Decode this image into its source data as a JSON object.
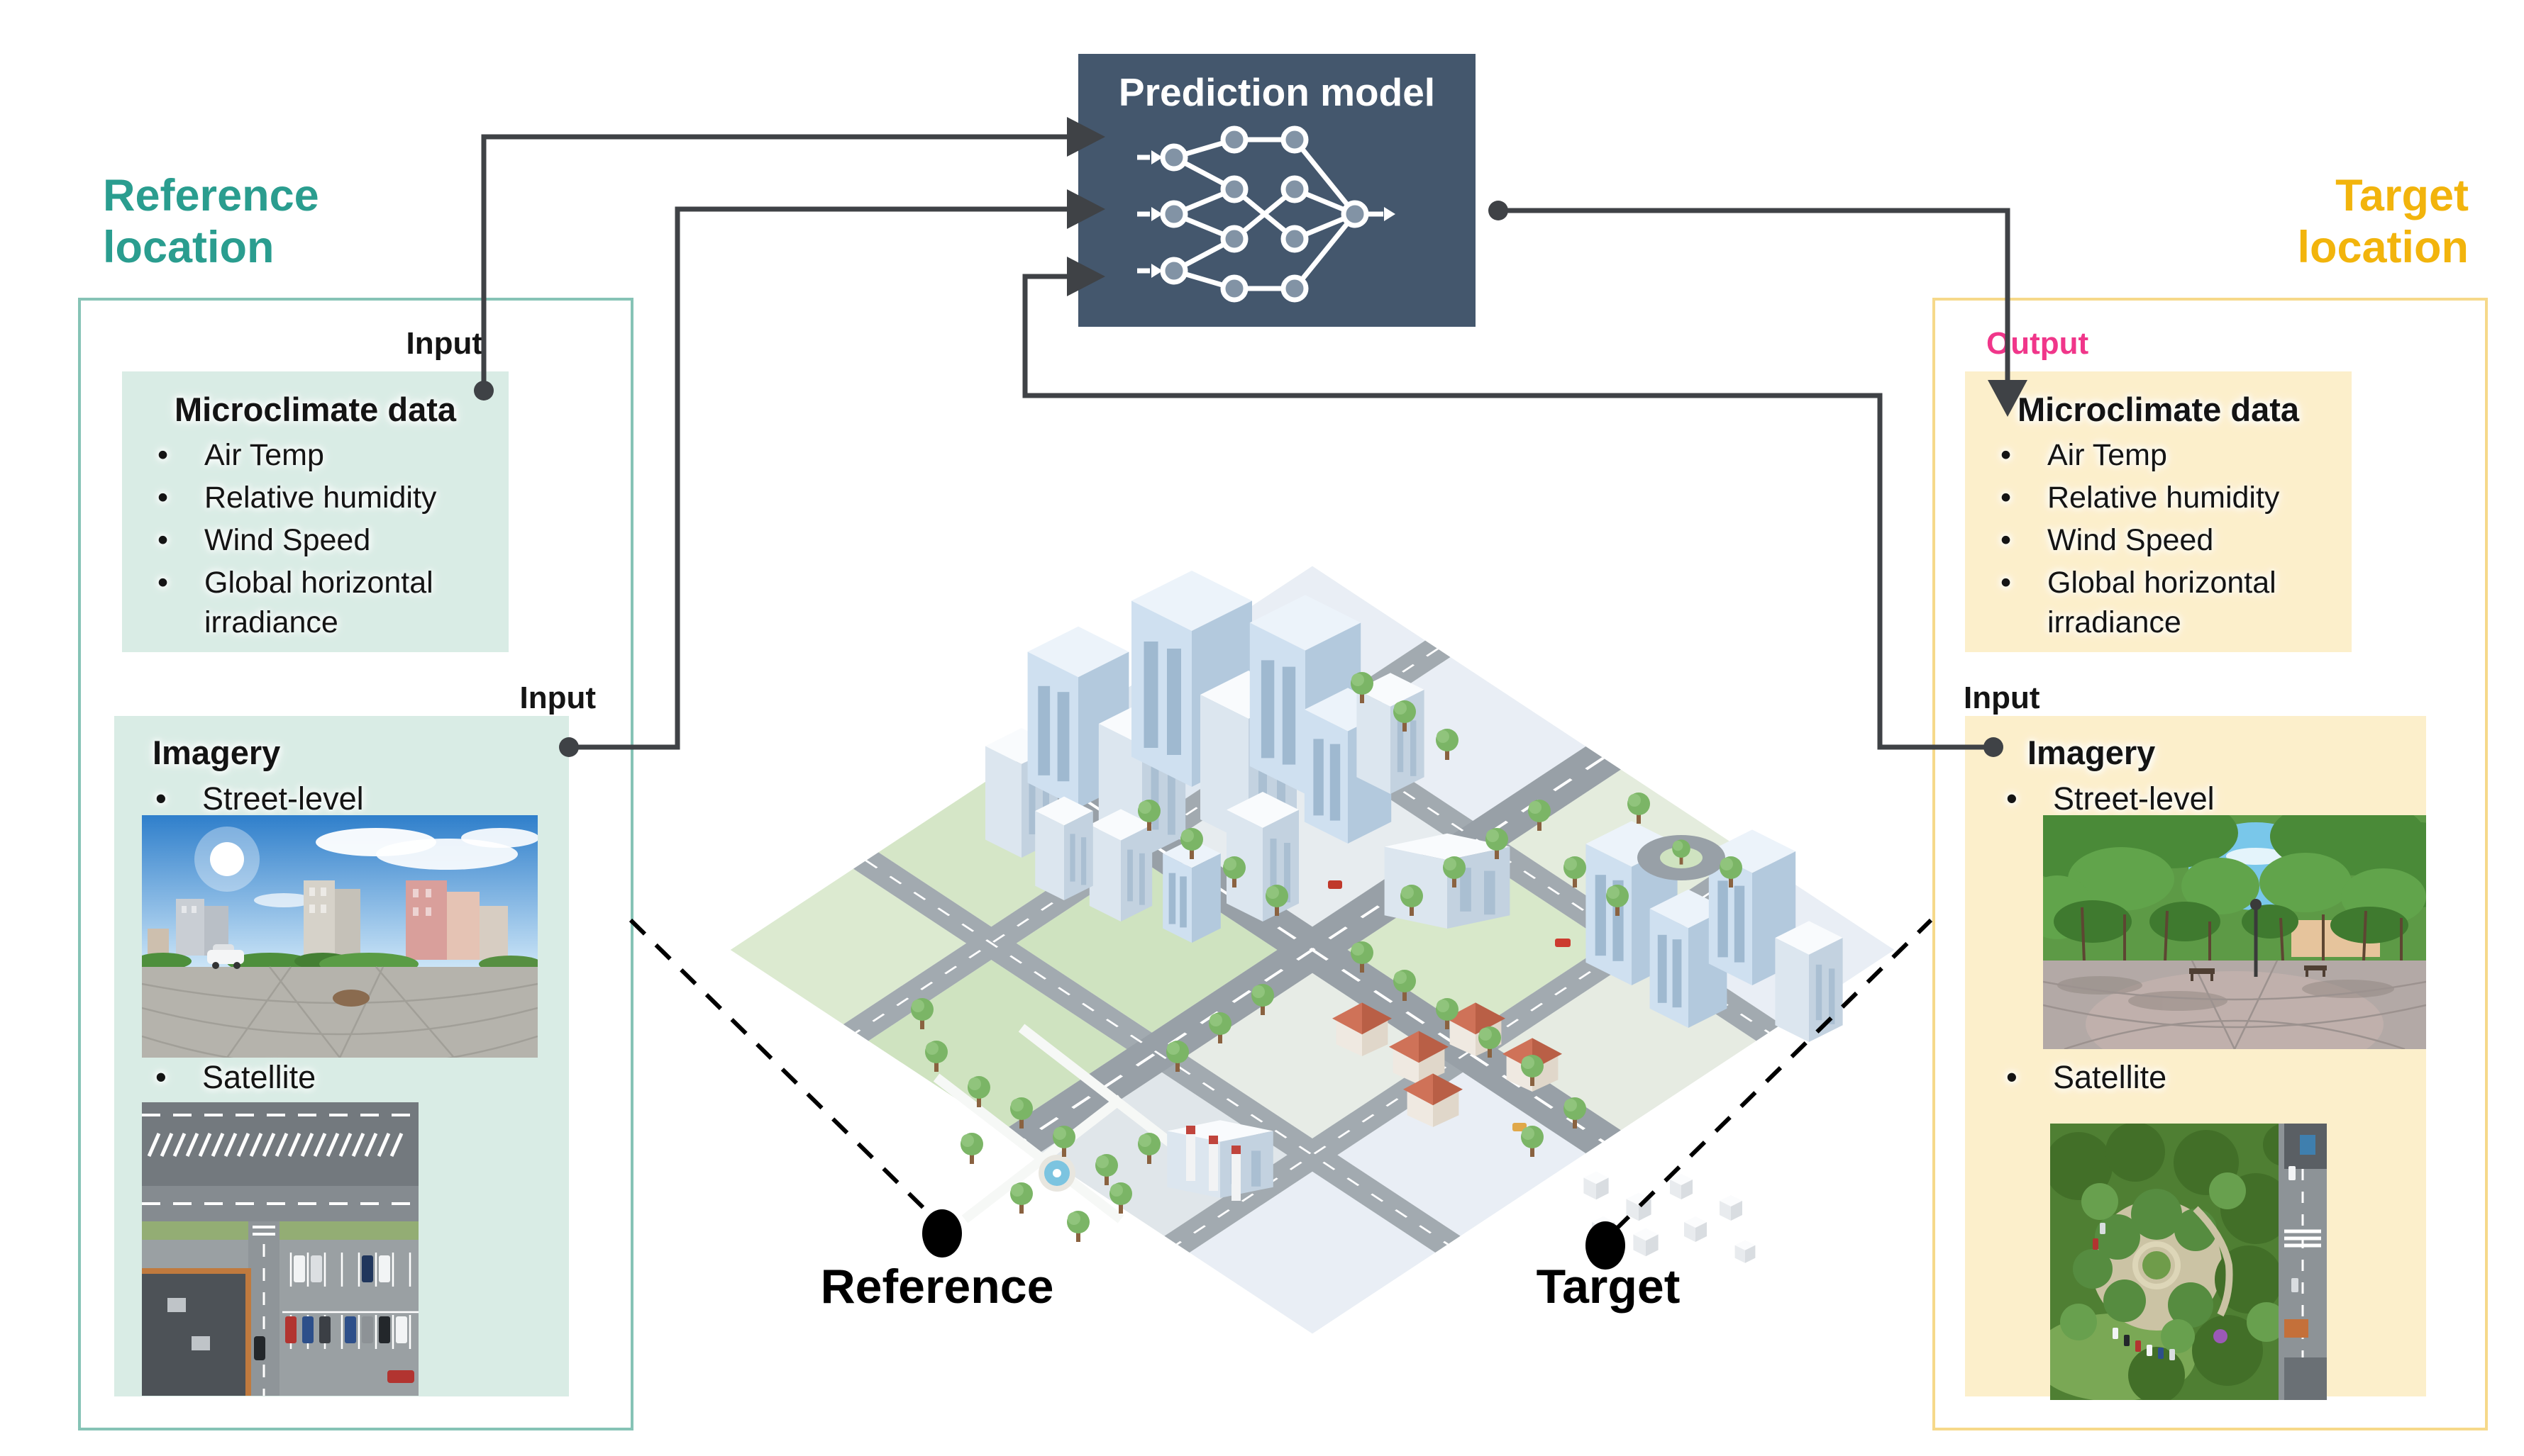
{
  "figure": {
    "model": {
      "title": "Prediction model",
      "icon": "neural-network"
    },
    "reference": {
      "title": "Reference location",
      "input_label_microclimate": "Input",
      "input_label_imagery": "Input",
      "microclimate": {
        "heading": "Microclimate data",
        "items": [
          "Air Temp",
          "Relative humidity",
          "Wind Speed",
          "Global horizontal irradiance"
        ]
      },
      "imagery": {
        "heading": "Imagery",
        "items": [
          "Street-level",
          "Satellite"
        ]
      },
      "map_label": "Reference"
    },
    "target": {
      "title": "Target location",
      "output_label": "Output",
      "input_label_imagery": "Input",
      "microclimate": {
        "heading": "Microclimate data",
        "items": [
          "Air Temp",
          "Relative humidity",
          "Wind Speed",
          "Global horizontal irradiance"
        ]
      },
      "imagery": {
        "heading": "Imagery",
        "items": [
          "Street-level",
          "Satellite"
        ]
      },
      "map_label": "Target"
    }
  },
  "colors": {
    "model_bg": "#44576D",
    "reference_accent": "#2A9D8F",
    "reference_fill": "#D9ECE5",
    "reference_border": "#86C3B6",
    "target_accent": "#F2B40C",
    "target_fill": "#FCEFCB",
    "target_border": "#F6D98A",
    "output_label": "#F0368A",
    "connector": "#3F4246"
  }
}
